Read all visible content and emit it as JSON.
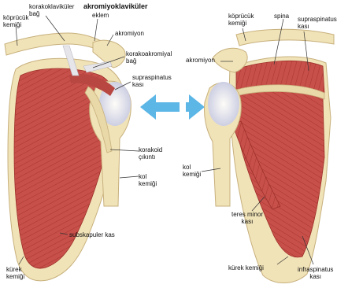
{
  "colors": {
    "muscle": "#c8504b",
    "muscle_dark": "#a8352f",
    "bone": "#f1e3b8",
    "bone_shade": "#d9c48e",
    "cartilage": "#d9dcef",
    "arrow": "#5cb6e6"
  },
  "labels": {
    "left": {
      "koprucuk": "köprücük\nkemiği",
      "korakoklavikuler": "korakoklaviküler\nbağ",
      "akromiyoklavikuler": "akromiyoklaviküler",
      "eklem": "eklem",
      "akromiyon": "akromiyon",
      "korakoakromiyal": "korakoakromiyal\nbağ",
      "supraspinatus": "supraspinatus\nkası",
      "korakoid": "korakoid\nçıkıntı",
      "kol": "kol\nkemiği",
      "subskapuler": "subskapuler kas",
      "kurek": "kürek\nkemiği"
    },
    "right": {
      "koprucuk": "köprücük\nkemiği",
      "spina": "spina",
      "supraspinatus": "supraspinatus\nkası",
      "akromiyon": "akromiyon",
      "kol": "kol\nkemiği",
      "teres": "teres minor\nkası",
      "kurek": "kürek kemiği",
      "infraspinatus": "infraspinatus\nkası"
    }
  }
}
